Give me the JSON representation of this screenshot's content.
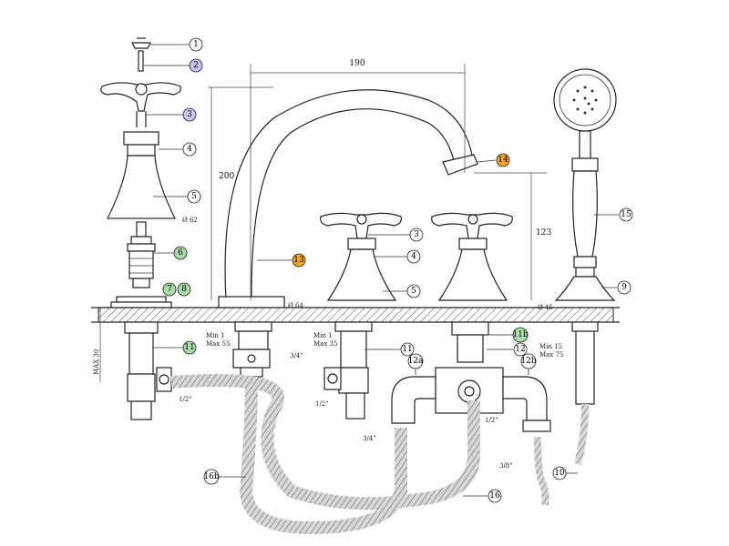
{
  "callouts": [
    {
      "id": "c1",
      "text": "1",
      "color": "#ffffff"
    },
    {
      "id": "c2",
      "text": "2",
      "color": "#c8c4f0"
    },
    {
      "id": "c3",
      "text": "3",
      "color": "#c8c4f0"
    },
    {
      "id": "c4",
      "text": "4",
      "color": "#ffffff"
    },
    {
      "id": "c5",
      "text": "5",
      "color": "#ffffff"
    },
    {
      "id": "c6",
      "text": "6",
      "color": "#a9dca9"
    },
    {
      "id": "c7",
      "text": "7",
      "color": "#a9dca9"
    },
    {
      "id": "c8",
      "text": "8",
      "color": "#a9dca9"
    },
    {
      "id": "c11a",
      "text": "11",
      "color": "#a9dca9"
    },
    {
      "id": "c13",
      "text": "13",
      "color": "#f5a623"
    },
    {
      "id": "c14",
      "text": "14",
      "color": "#f5a623"
    },
    {
      "id": "c3b",
      "text": "3",
      "color": "#ffffff"
    },
    {
      "id": "c4b",
      "text": "4",
      "color": "#ffffff"
    },
    {
      "id": "c5b",
      "text": "5",
      "color": "#ffffff"
    },
    {
      "id": "c11b",
      "text": "11",
      "color": "#ffffff"
    },
    {
      "id": "c11bb",
      "text": "11b",
      "color": "#a9dca9"
    },
    {
      "id": "c12",
      "text": "12",
      "color": "#ffffff"
    },
    {
      "id": "c12a",
      "text": "12a",
      "color": "#ffffff"
    },
    {
      "id": "c12b",
      "text": "12b",
      "color": "#ffffff"
    },
    {
      "id": "c15",
      "text": "15",
      "color": "#ffffff"
    },
    {
      "id": "c9",
      "text": "9",
      "color": "#ffffff"
    },
    {
      "id": "c10",
      "text": "10",
      "color": "#ffffff"
    },
    {
      "id": "c16",
      "text": "16",
      "color": "#ffffff"
    },
    {
      "id": "c16b",
      "text": "16b",
      "color": "#ffffff"
    }
  ],
  "dimensions": {
    "width_190": "190",
    "height_200": "200",
    "height_123": "123",
    "dia_62": "Ø 62",
    "dia_64": "Ø 64",
    "dia_45": "Ø 45",
    "max_30": "MAX 30"
  },
  "annotations": {
    "min1_max55_a": "Min 1",
    "min1_max55_b": "Max 55",
    "min1_max35_a": "Min 1",
    "min1_max35_b": "Max 35",
    "min15_max75_a": "Min 15",
    "min15_max75_b": "Max 75",
    "thread_34_a": "3/4\"",
    "thread_12_a": "1/2\"",
    "thread_12_b": "1/2\"",
    "thread_34_b": "3/4\"",
    "thread_12_c": "1/2\"",
    "thread_38": "3/8\""
  }
}
